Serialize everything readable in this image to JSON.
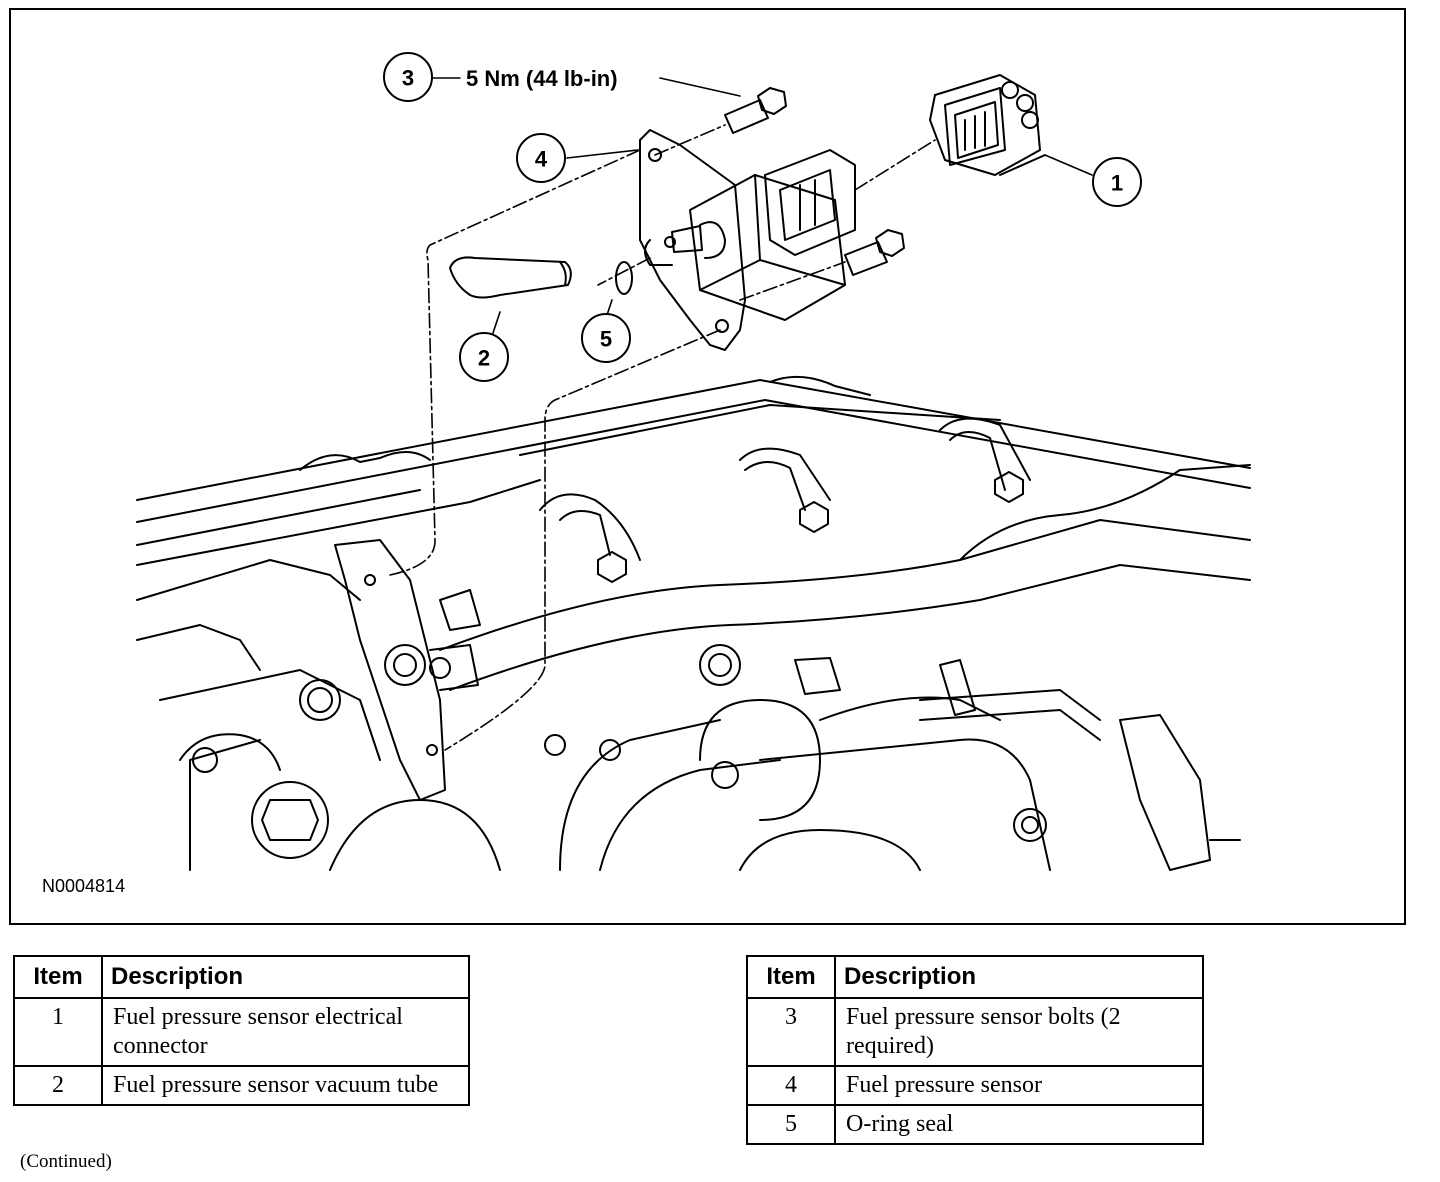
{
  "figure": {
    "id_code": "N0004814",
    "torque_spec": "5 Nm (44 lb-in)",
    "callouts": [
      {
        "num": "1"
      },
      {
        "num": "2"
      },
      {
        "num": "3"
      },
      {
        "num": "4"
      },
      {
        "num": "5"
      }
    ]
  },
  "legend": {
    "headers": {
      "item": "Item",
      "description": "Description"
    },
    "left_rows": [
      {
        "item": "1",
        "description": "Fuel pressure sensor electrical connector"
      },
      {
        "item": "2",
        "description": "Fuel pressure sensor vacuum tube"
      }
    ],
    "right_rows": [
      {
        "item": "3",
        "description": "Fuel pressure sensor bolts (2 required)"
      },
      {
        "item": "4",
        "description": "Fuel pressure sensor"
      },
      {
        "item": "5",
        "description": "O-ring seal"
      }
    ],
    "continued": "(Continued)"
  },
  "colors": {
    "line": "#000000",
    "background": "#ffffff"
  }
}
